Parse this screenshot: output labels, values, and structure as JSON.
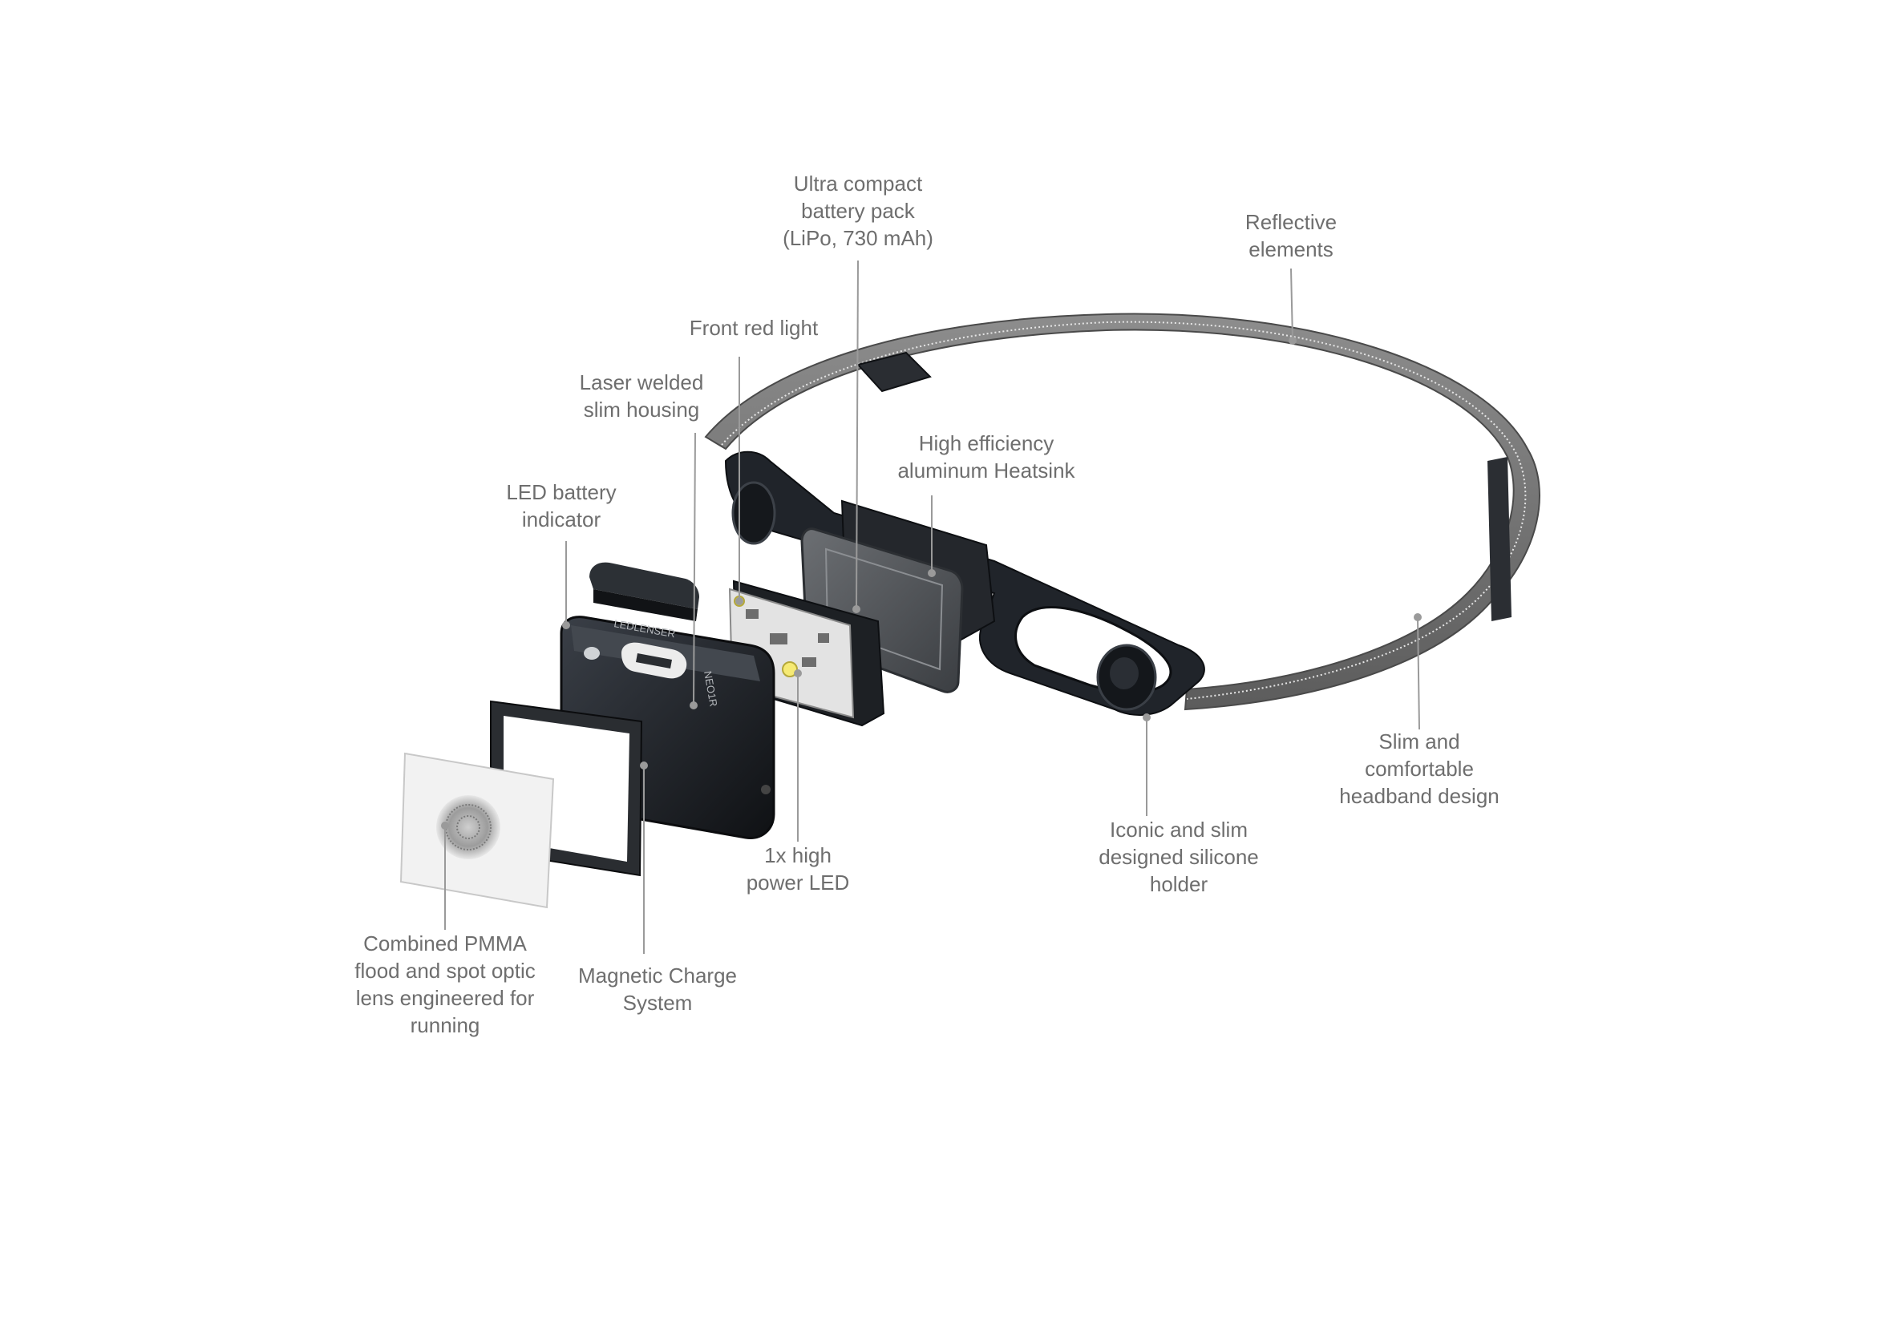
{
  "labels": {
    "battery_pack": [
      "Ultra compact",
      "battery pack",
      "(LiPo, 730 mAh)"
    ],
    "reflective": [
      "Reflective",
      "elements"
    ],
    "front_red": [
      "Front red light"
    ],
    "laser_welded": [
      "Laser welded",
      "slim housing"
    ],
    "heatsink": [
      "High efficiency",
      "aluminum Heatsink"
    ],
    "led_indicator": [
      "LED battery",
      "indicator"
    ],
    "slim_headband": [
      "Slim and",
      "comfortable",
      "headband design"
    ],
    "silicone_holder": [
      "Iconic and slim",
      "designed silicone",
      "holder"
    ],
    "high_power_led": [
      "1x high",
      "power LED"
    ],
    "pmma_lens": [
      "Combined PMMA",
      "flood and spot optic",
      "lens engineered for",
      "running"
    ],
    "magnetic_charge": [
      "Magnetic Charge",
      "System"
    ]
  },
  "markings": {
    "brand": "LEDLENSER",
    "model": "NEO1R"
  },
  "colors": {
    "label_text": "#6e6e6e",
    "leader_line": "#9a9a9a",
    "dark_plastic": "#1c1f24",
    "strap": "#7a7a7a"
  }
}
